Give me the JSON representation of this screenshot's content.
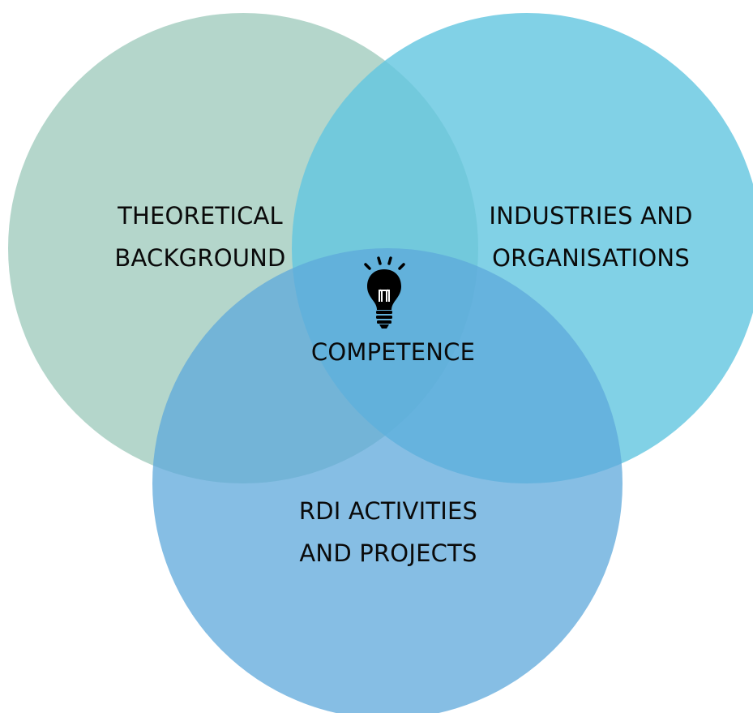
{
  "diagram": {
    "type": "venn",
    "sets": [
      {
        "id": "theoretical",
        "lines": [
          "THEORETICAL",
          "BACKGROUND"
        ],
        "color": "#9fcabd"
      },
      {
        "id": "industries",
        "lines": [
          "INDUSTRIES AND",
          "ORGANISATIONS"
        ],
        "color": "#61c6e0"
      },
      {
        "id": "rdi",
        "lines": [
          "RDI ACTIVITIES",
          "AND PROJECTS"
        ],
        "color": "#5ea8db"
      }
    ],
    "center": {
      "label": "COMPETENCE",
      "icon": "lightbulb-icon"
    }
  }
}
